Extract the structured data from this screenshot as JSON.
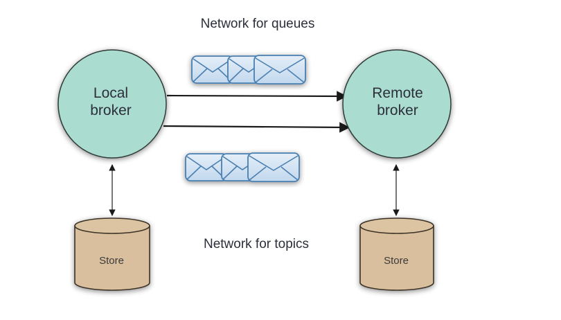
{
  "diagram": {
    "title_queues": "Network for queues",
    "title_topics": "Network for topics",
    "nodes": {
      "local_broker": {
        "line1": "Local",
        "line2": "broker"
      },
      "remote_broker": {
        "line1": "Remote",
        "line2": "broker"
      },
      "local_store": {
        "label": "Store"
      },
      "remote_store": {
        "label": "Store"
      }
    },
    "edges": [
      {
        "from": "local_broker",
        "to": "remote_broker",
        "type": "one-way",
        "channel": "queues"
      },
      {
        "from": "local_broker",
        "to": "remote_broker",
        "type": "one-way",
        "channel": "topics"
      },
      {
        "from": "local_broker",
        "to": "local_store",
        "type": "two-way"
      },
      {
        "from": "remote_broker",
        "to": "remote_store",
        "type": "two-way"
      }
    ],
    "message_groups": [
      {
        "channel": "queues",
        "envelope_count": 3,
        "icon": "envelope-icon"
      },
      {
        "channel": "topics",
        "envelope_count": 3,
        "icon": "envelope-icon"
      }
    ],
    "colors": {
      "broker_fill": "#abdcd0",
      "broker_stroke": "#2f3a36",
      "store_fill": "#d9bf9d",
      "store_stroke": "#3b3026",
      "envelope_fill": "#d3e4f3",
      "envelope_stroke": "#4a7fb0",
      "arrow": "#1a1a1a"
    }
  }
}
